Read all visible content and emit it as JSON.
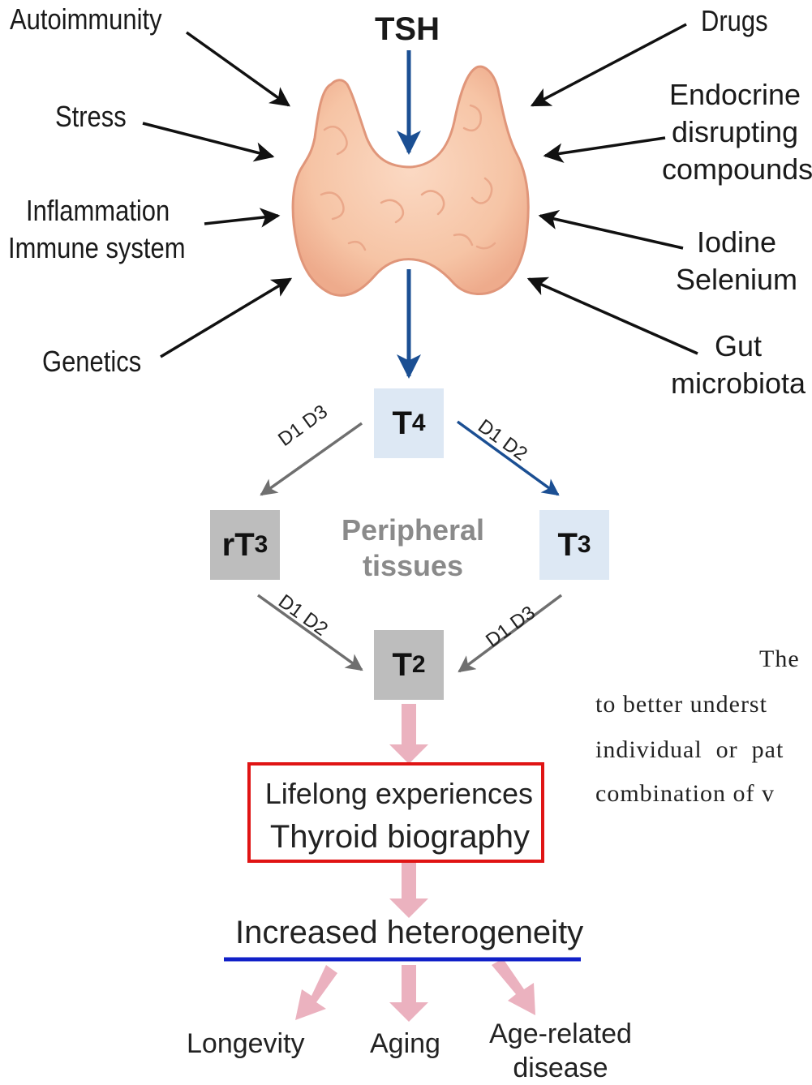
{
  "factors_left": [
    "Autoimmunity",
    "Stress",
    "Inflammation",
    "Immune system",
    "Genetics"
  ],
  "factors_right": [
    "Drugs",
    "Endocrine",
    "disrupting",
    "compounds",
    "Iodine",
    "Selenium",
    "Gut",
    "microbiota"
  ],
  "tsh": "TSH",
  "hormones": {
    "t4": {
      "base": "T",
      "sub": "4"
    },
    "rt3": {
      "base": "rT",
      "sub": "3"
    },
    "t3": {
      "base": "T",
      "sub": "3"
    },
    "t2": {
      "base": "T",
      "sub": "2"
    }
  },
  "enzymes": {
    "t4_rt3": "D1 D3",
    "t4_t3": "D1 D2",
    "rt3_t2": "D1 D2",
    "t3_t2": "D1 D3"
  },
  "peripheral": [
    "Peripheral",
    "tissues"
  ],
  "lifelong": [
    "Lifelong experiences",
    "Thyroid biography"
  ],
  "heterogeneity": "Increased heterogeneity",
  "outcomes": [
    "Longevity",
    "Aging",
    "Age-related",
    "disease"
  ],
  "partial_text": [
    "The",
    "to better underst",
    "individual  or  pat",
    "combination of v"
  ],
  "colors": {
    "blue_arrow": "#1b4f93",
    "grey_arrow": "#6f6f6f",
    "pink_arrow": "#e8a4b4",
    "red_box": "#e01414",
    "underline": "#1020c8",
    "thyroid": "#f6c7aa"
  }
}
